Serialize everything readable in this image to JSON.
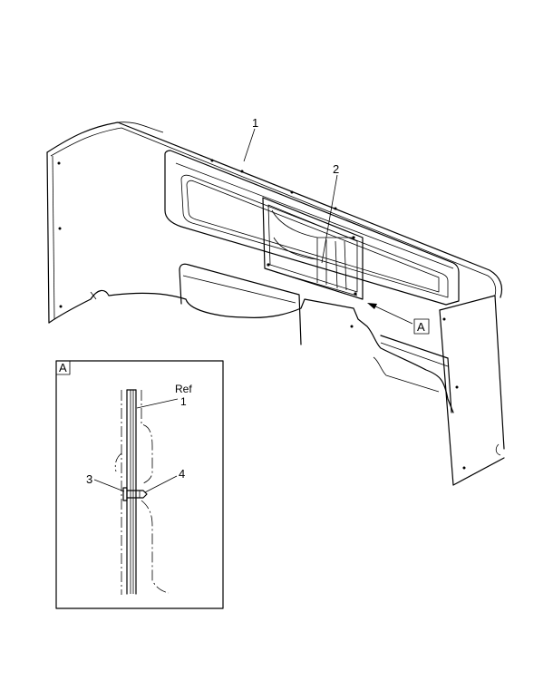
{
  "callouts": {
    "item_1": "1",
    "item_2": "2",
    "item_3": "3",
    "item_4": "4",
    "detail_ref_text": "Ref",
    "detail_ref_item": "1",
    "view_flag": "A",
    "detail_flag": "A"
  }
}
